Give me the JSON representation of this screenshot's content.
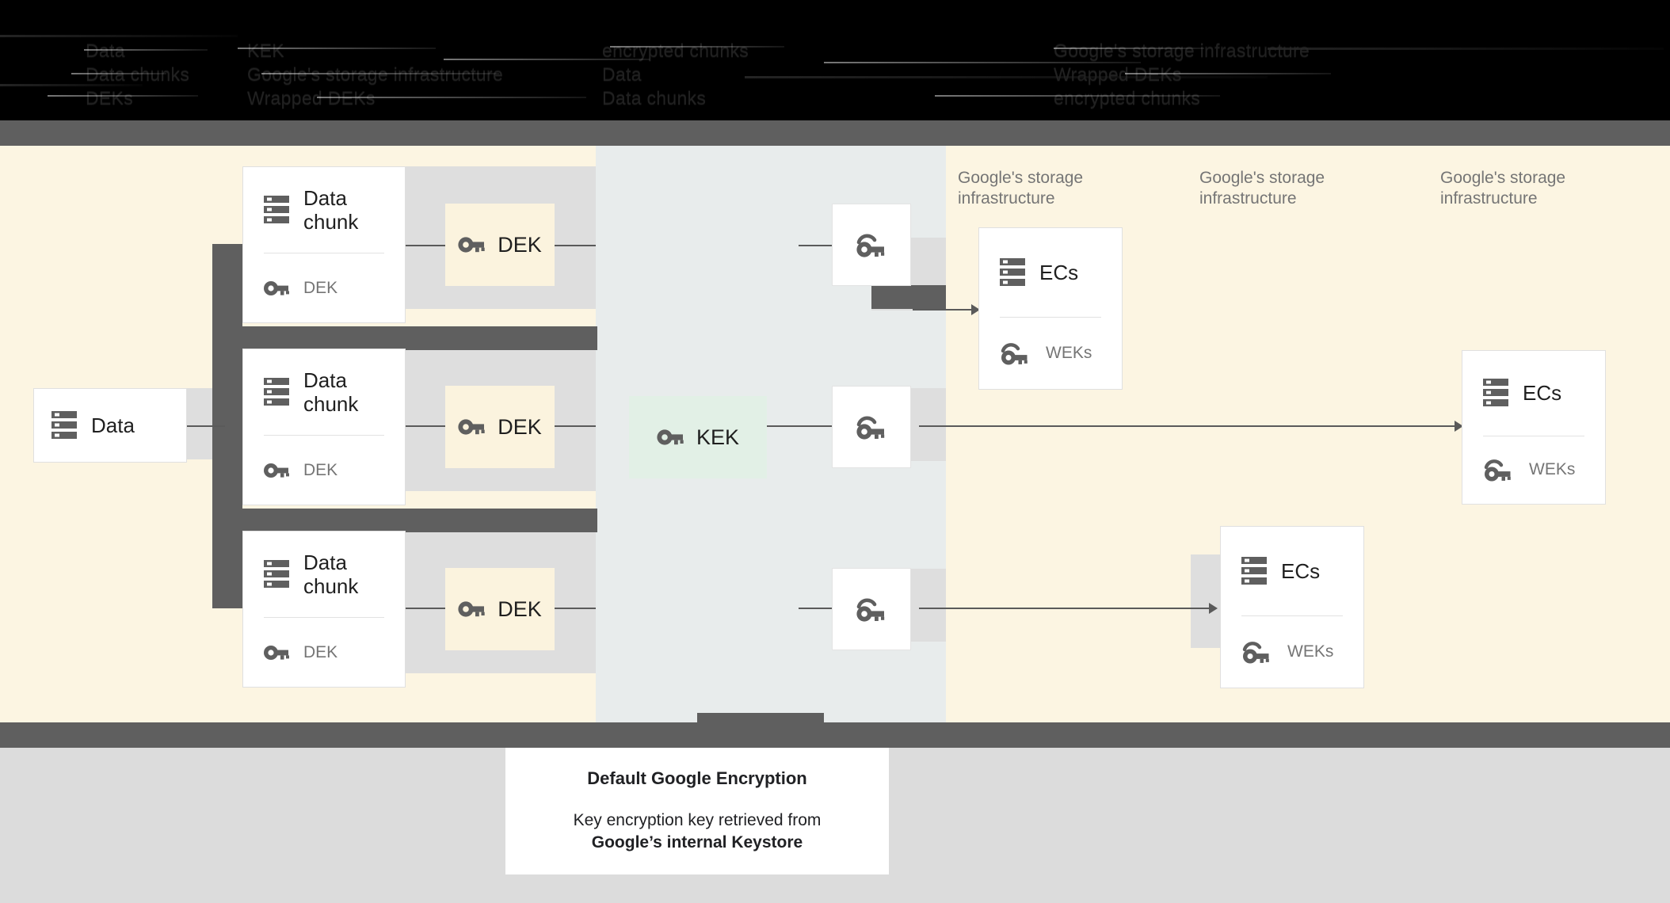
{
  "header": {
    "obscured": true,
    "note": "redacted-dark-header",
    "fragments": [
      "Data",
      "Data chunks",
      "DEKs",
      "KEK",
      "Google's storage infrastructure",
      "Wrapped DEKs",
      "encrypted chunks"
    ]
  },
  "colors": {
    "cream_panel": "#fcf5e2",
    "blue_gray_panel": "#e8ecec",
    "dark_rail": "#5f5f5f",
    "strip_gray": "#dedede",
    "bottom_gray": "#dcdcdc",
    "dek_chip": "#fbf3de",
    "kek_chip": "#e2f0e6",
    "card_white": "#ffffff",
    "text_primary": "#1f1f1f",
    "text_muted": "#757575",
    "connector": "#5a5a5a"
  },
  "source": {
    "label": "Data",
    "icon": "database-icon"
  },
  "chunks": [
    {
      "title": "Data\nchunk",
      "key_label": "DEK",
      "icon": "database-icon",
      "key_icon": "key-icon"
    },
    {
      "title": "Data\nchunk",
      "key_label": "DEK",
      "icon": "database-icon",
      "key_icon": "key-icon"
    },
    {
      "title": "Data\nchunk",
      "key_label": "DEK",
      "icon": "database-icon",
      "key_icon": "key-icon"
    }
  ],
  "deks": [
    {
      "label": "DEK",
      "icon": "key-icon"
    },
    {
      "label": "DEK",
      "icon": "key-icon"
    },
    {
      "label": "DEK",
      "icon": "key-icon"
    }
  ],
  "kek": {
    "label": "KEK",
    "icon": "key-icon"
  },
  "wrapped_keys": [
    {
      "icon": "wrapped-key-icon"
    },
    {
      "icon": "wrapped-key-icon"
    },
    {
      "icon": "wrapped-key-icon"
    }
  ],
  "storage_labels": [
    "Google's storage\ninfrastructure",
    "Google's storage\ninfrastructure",
    "Google's storage\ninfrastructure"
  ],
  "storage_cards": [
    {
      "title": "ECs",
      "key_label": "WEKs",
      "icon": "database-icon",
      "key_icon": "wrapped-key-icon"
    },
    {
      "title": "ECs",
      "key_label": "WEKs",
      "icon": "database-icon",
      "key_icon": "wrapped-key-icon"
    },
    {
      "title": "ECs",
      "key_label": "WEKs",
      "icon": "database-icon",
      "key_icon": "wrapped-key-icon"
    }
  ],
  "caption": {
    "title": "Default Google Encryption",
    "line1": "Key encryption key retrieved from",
    "line2": "Google’s internal Keystore"
  }
}
